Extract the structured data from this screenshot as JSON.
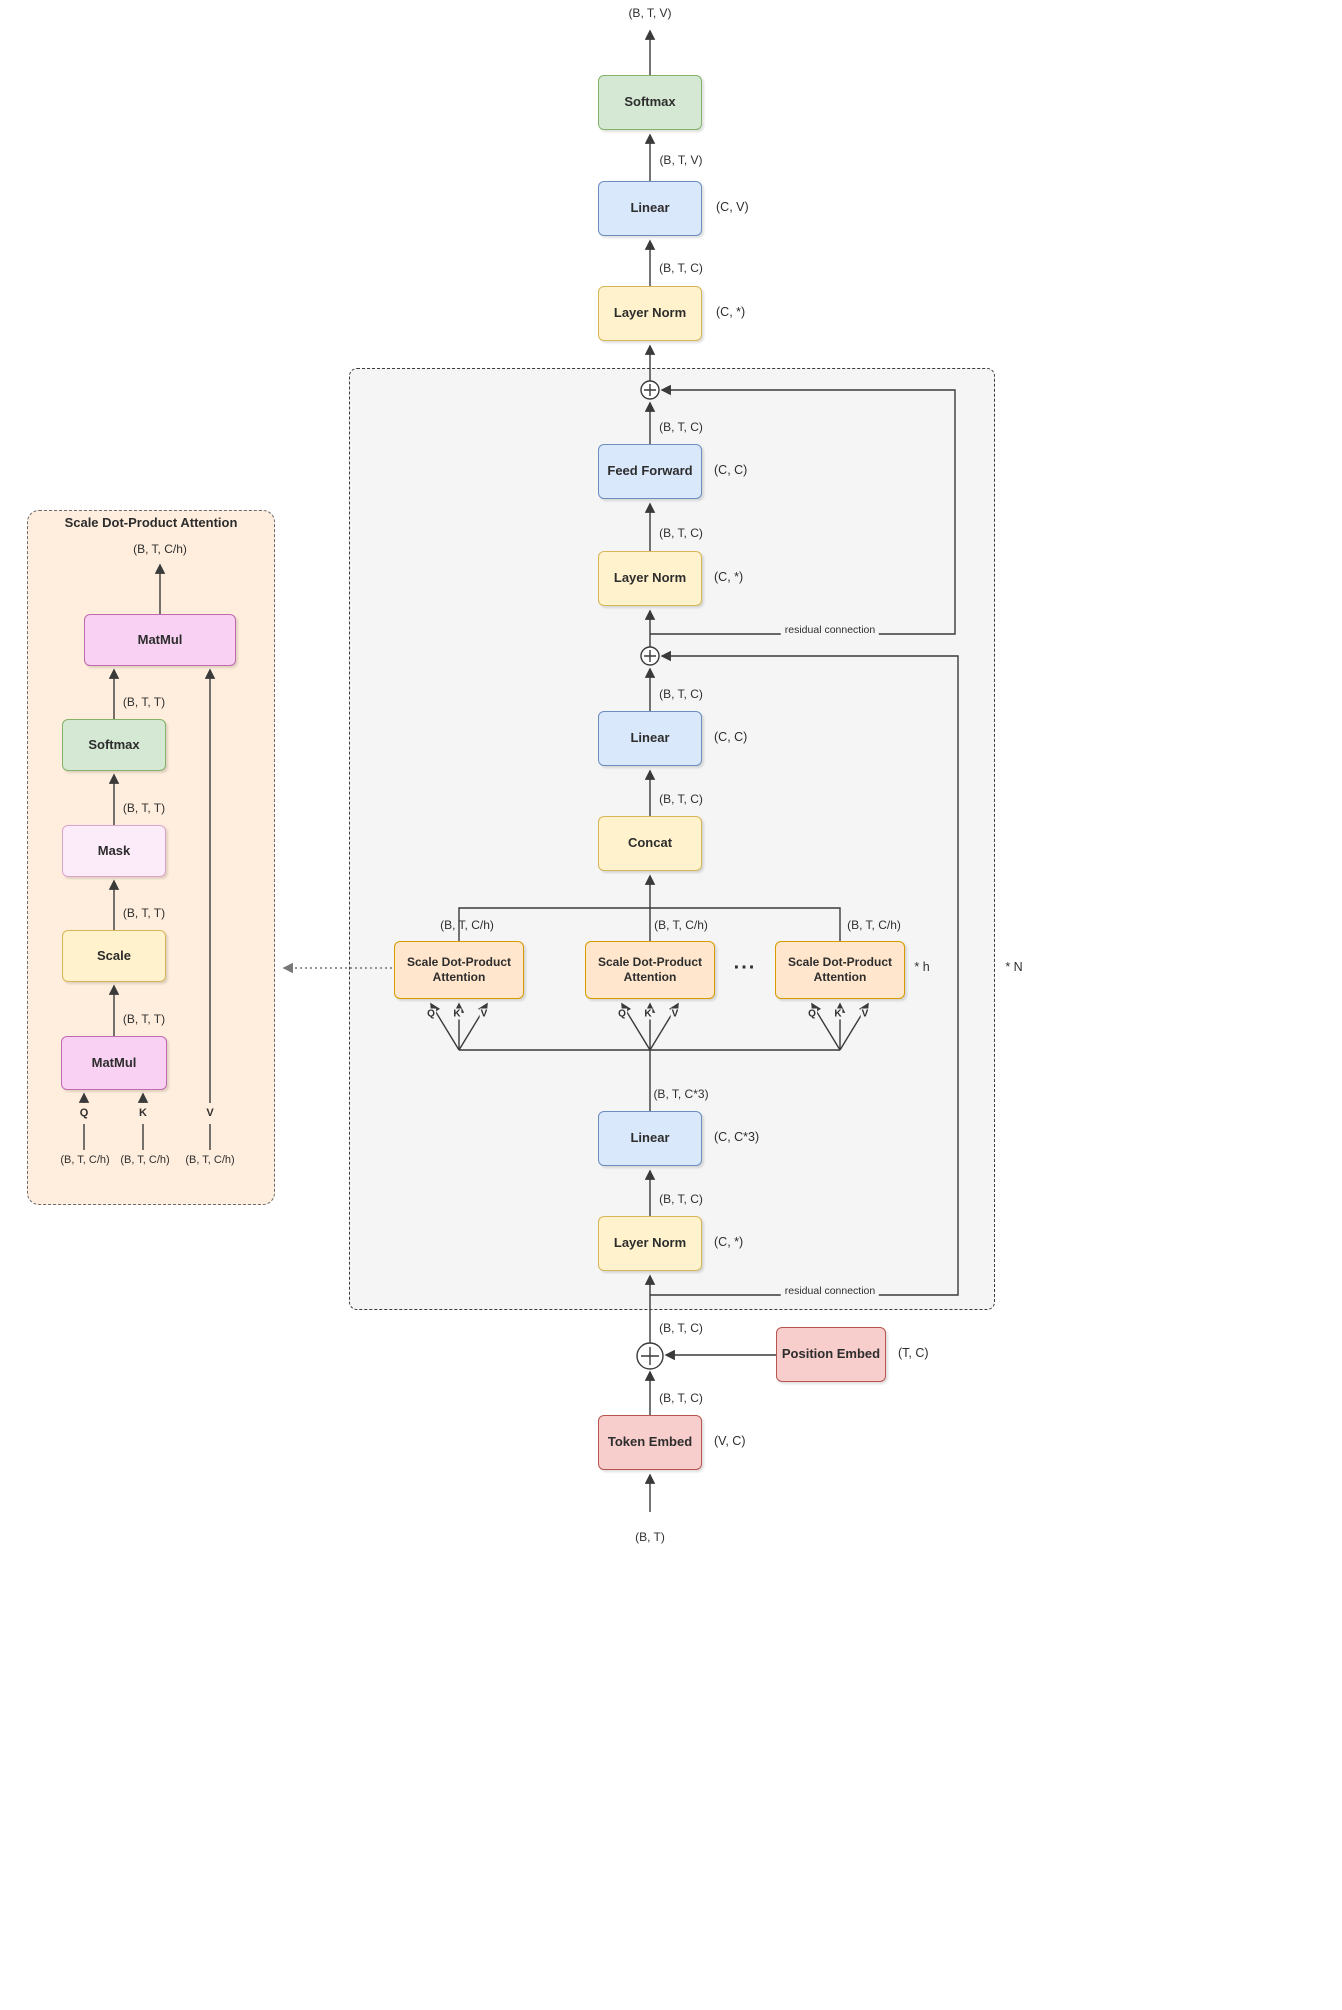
{
  "colors": {
    "green_fill": "#d5e8d4",
    "green_stroke": "#82b366",
    "blue_fill": "#dae8fc",
    "blue_stroke": "#6c8ebf",
    "yellow_fill": "#fff2cc",
    "yellow_stroke": "#d6b656",
    "red_fill": "#f8cecc",
    "red_stroke": "#b85450",
    "orange_fill": "#ffe6cc",
    "orange_stroke": "#d79b00",
    "magenta_fill": "#f9d1f2",
    "magenta_stroke": "#c06ab0",
    "lightpink_fill": "#fcebf8",
    "lightpink_stroke": "#daa5cc",
    "panel_fill": "#ffeedd",
    "block_fill": "#f5f5f5"
  },
  "nodes": {
    "softmax_out": {
      "label": "Softmax"
    },
    "linear_head": {
      "label": "Linear",
      "side": "(C, V)"
    },
    "ln3": {
      "label": "Layer Norm",
      "side": "(C, *)"
    },
    "ff": {
      "label": "Feed Forward",
      "side": "(C, C)"
    },
    "ln2": {
      "label": "Layer Norm",
      "side": "(C, *)"
    },
    "linear_proj": {
      "label": "Linear",
      "side": "(C, C)"
    },
    "concat": {
      "label": "Concat"
    },
    "attn_left": {
      "label": "Scale Dot-Product Attention"
    },
    "attn_mid": {
      "label": "Scale Dot-Product Attention"
    },
    "attn_right": {
      "label": "Scale Dot-Product Attention"
    },
    "linear_qkv": {
      "label": "Linear",
      "side": "(C, C*3)"
    },
    "ln1": {
      "label": "Layer Norm",
      "side": "(C, *)"
    },
    "pos_embed": {
      "label": "Position Embed",
      "side": "(T, C)"
    },
    "token_embed": {
      "label": "Token Embed",
      "side": "(V, C)"
    }
  },
  "panel": {
    "title": "Scale Dot-Product Attention",
    "nodes": {
      "matmul_v": {
        "label": "MatMul"
      },
      "softmax": {
        "label": "Softmax"
      },
      "mask": {
        "label": "Mask"
      },
      "scale": {
        "label": "Scale"
      },
      "matmul_qk": {
        "label": "MatMul"
      }
    },
    "dims": {
      "out": "(B, T, C/h)",
      "btt": "(B, T, T)",
      "q": "Q",
      "k": "K",
      "v": "V",
      "in_q": "(B, T, C/h)",
      "in_k": "(B, T, C/h)",
      "in_v": "(B, T, C/h)"
    }
  },
  "dims": {
    "btv": "(B, T, V)",
    "btc": "(B, T, C)",
    "btch": "(B, T, C/h)",
    "btc3": "(B, T, C*3)",
    "bt": "(B, T)",
    "q": "Q",
    "k": "K",
    "v": "V",
    "dots": "...",
    "h_mult": "* h",
    "n_mult": "* N",
    "residual": "residual connection"
  }
}
